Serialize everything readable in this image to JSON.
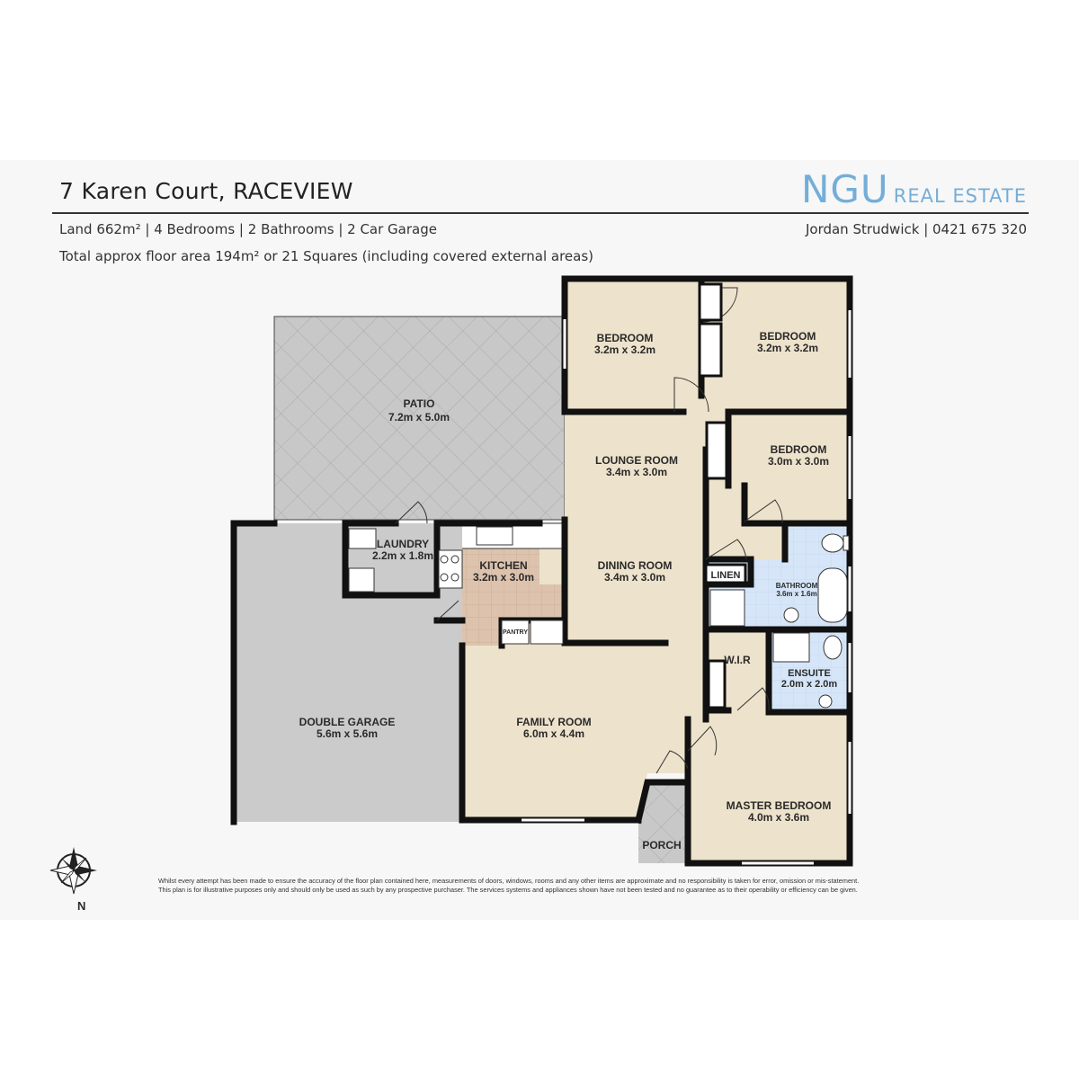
{
  "header": {
    "address": "7 Karen Court, RACEVIEW",
    "summary": "Land 662m² | 4 Bedrooms | 2 Bathrooms | 2 Car Garage",
    "floor_area": "Total approx floor area 194m² or 21 Squares (including covered external areas)"
  },
  "brand": {
    "name_big": "NGU",
    "name_small": "REAL ESTATE",
    "agent": "Jordan Strudwick | 0421 675 320",
    "color": "#74aed8"
  },
  "rooms": {
    "patio": {
      "name": "PATIO",
      "dims": "7.2m x 5.0m"
    },
    "bedroom1": {
      "name": "BEDROOM",
      "dims": "3.2m x 3.2m"
    },
    "bedroom2": {
      "name": "BEDROOM",
      "dims": "3.2m x 3.2m"
    },
    "bedroom3": {
      "name": "BEDROOM",
      "dims": "3.0m x 3.0m"
    },
    "lounge": {
      "name": "LOUNGE ROOM",
      "dims": "3.4m x 3.0m"
    },
    "dining": {
      "name": "DINING ROOM",
      "dims": "3.4m x 3.0m"
    },
    "laundry": {
      "name": "LAUNDRY",
      "dims": "2.2m x 1.8m"
    },
    "kitchen": {
      "name": "KITCHEN",
      "dims": "3.2m x 3.0m"
    },
    "pantry": {
      "name": "PANTRY"
    },
    "linen": {
      "name": "LINEN"
    },
    "bathroom": {
      "name": "BATHROOM",
      "dims": "3.6m x 1.6m"
    },
    "wir": {
      "name": "W.I.R"
    },
    "ensuite": {
      "name": "ENSUITE",
      "dims": "2.0m x 2.0m"
    },
    "garage": {
      "name": "DOUBLE GARAGE",
      "dims": "5.6m x 5.6m"
    },
    "family": {
      "name": "FAMILY ROOM",
      "dims": "6.0m x 4.4m"
    },
    "porch": {
      "name": "PORCH"
    },
    "master": {
      "name": "MASTER BEDROOM",
      "dims": "4.0m x 3.6m"
    }
  },
  "compass": {
    "label": "N"
  },
  "disclaimer": {
    "line1": "Whilst every attempt has been made to ensure the accuracy of the floor plan contained here, measurements of doors, windows, rooms and any other items are approximate and no responsibility is taken for error, omission or mis-statement.",
    "line2": "This plan is for illustrative purposes only and should only be used as such by any prospective purchaser. The services systems and appliances shown have not been tested and no guarantee as to their operability or efficiency can be given."
  },
  "colors": {
    "floor": "#ede2cb",
    "wet_area": "#d6e6f8",
    "laundry_tile": "#ddc3ad",
    "patio": "#c8c8c8",
    "garage": "#cbcbcb",
    "wall": "#111111"
  }
}
